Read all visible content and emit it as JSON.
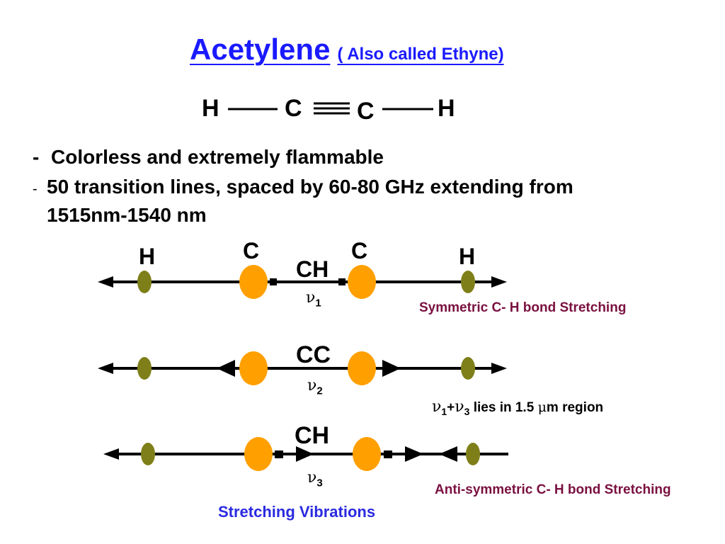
{
  "title": {
    "main": "Acetylene",
    "sub": "( Also called Ethyne)"
  },
  "structure": {
    "h_left": "H",
    "c_left": "C",
    "c_right": "C",
    "h_right": "H"
  },
  "bullets": [
    {
      "dash": "-",
      "text": "Colorless and extremely flammable"
    },
    {
      "dash": "-",
      "text": "50 transition lines, spaced by 60-80 GHz extending from"
    },
    {
      "dash": "",
      "text": "1515nm-1540 nm"
    }
  ],
  "mode1": {
    "h_left": "H",
    "c_left": "C",
    "c_right": "C",
    "h_right": "H",
    "label": "CH",
    "nu": "ν",
    "sub": "1",
    "description": "Symmetric C- H bond Stretching"
  },
  "mode2": {
    "label": "CC",
    "nu": "ν",
    "sub": "2"
  },
  "combination_note": {
    "nu_a": "ν",
    "sub_a": "1",
    "plus": "+",
    "nu_b": "ν",
    "sub_b": "3",
    "text": " lies in 1.5 ",
    "mu": "μ",
    "unit": "m region"
  },
  "mode3": {
    "label": "CH",
    "nu": "ν",
    "sub": "3",
    "description": "Anti-symmetric C- H bond Stretching"
  },
  "caption": "Stretching Vibrations",
  "colors": {
    "title": "#1a1aff",
    "carbon": "#ffa000",
    "hydrogen": "#7f7f1a",
    "description": "#7a1040",
    "caption": "#2a2ae0"
  }
}
